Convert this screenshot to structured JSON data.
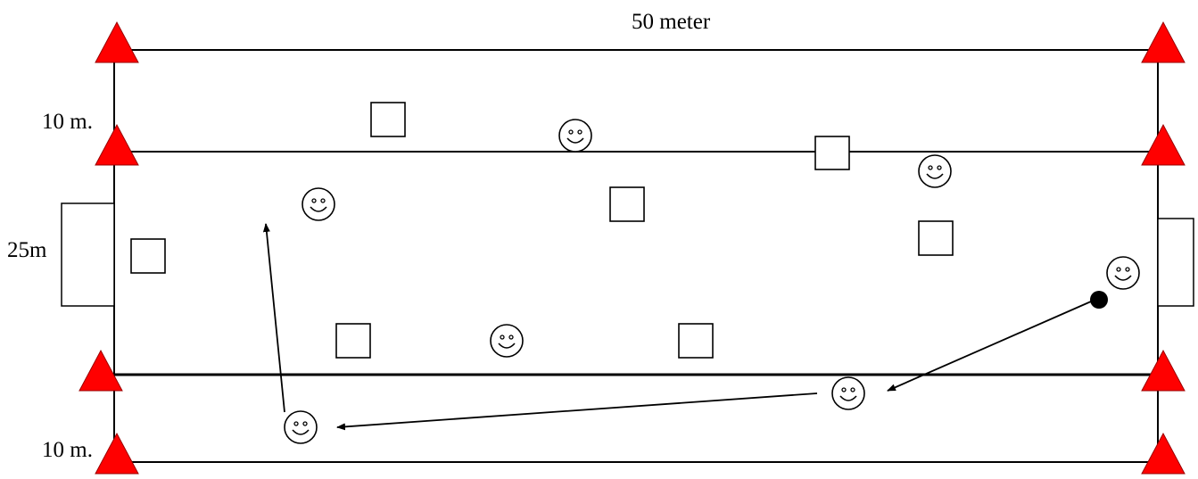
{
  "labels": {
    "width": "50 meter",
    "top_zone": "10 m.",
    "middle_zone": "25m",
    "bottom_zone": "10 m."
  },
  "colors": {
    "cone": "#ff0000",
    "line": "#000000",
    "ball": "#000000",
    "background": "#ffffff"
  },
  "icons": {
    "cone": "red-triangle-cone",
    "player": "smiley-face",
    "marker": "square",
    "ball": "filled-circle",
    "goal": "rectangle",
    "pass": "arrow"
  }
}
